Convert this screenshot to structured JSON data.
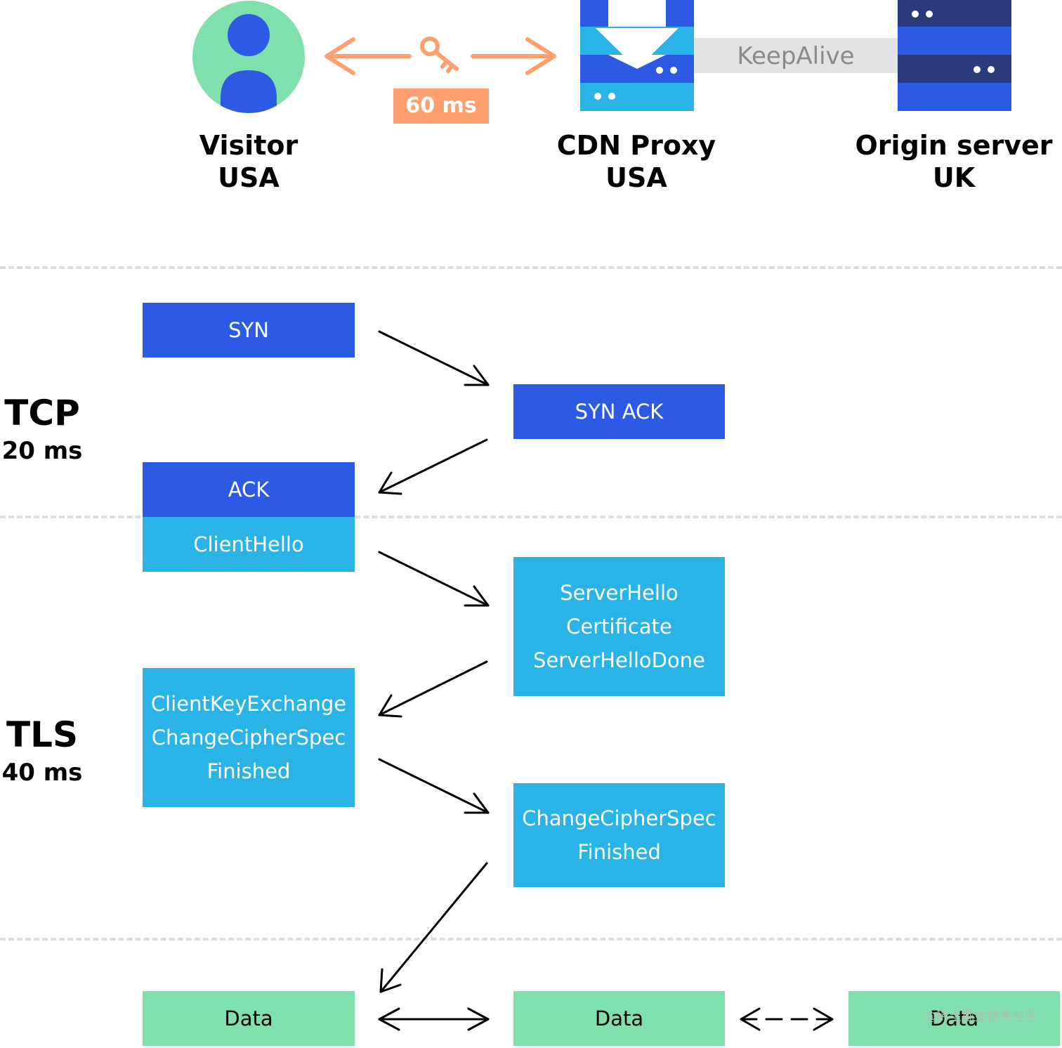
{
  "nodes": {
    "visitor": {
      "name": "Visitor",
      "location": "USA"
    },
    "cdn": {
      "name": "CDN Proxy",
      "location": "USA"
    },
    "origin": {
      "name": "Origin server",
      "location": "UK"
    }
  },
  "latency_label": "60 ms",
  "keepalive_label": "KeepAlive",
  "phases": {
    "tcp": {
      "name": "TCP",
      "time": "20 ms"
    },
    "tls": {
      "name": "TLS",
      "time": "40 ms"
    }
  },
  "messages": {
    "syn": "SYN",
    "syn_ack": "SYN ACK",
    "ack": "ACK",
    "client_hello": "ClientHello",
    "server_hello": [
      "ServerHello",
      "Certificate",
      "ServerHelloDone"
    ],
    "client_key": [
      "ClientKeyExchange",
      "ChangeCipherSpec",
      "Finished"
    ],
    "server_finish": [
      "ChangeCipherSpec",
      "Finished"
    ],
    "data_visitor": "Data",
    "data_cdn": "Data",
    "data_origin": "Data"
  },
  "watermark": "@稀土掘金技术社区",
  "colors": {
    "tcp_blue": "#2d5ae3",
    "tls_cyan": "#29b3e6",
    "data_green": "#7fe0ab",
    "latency_orange": "#ff9f6e",
    "visitor_green": "#7fe0ab",
    "server_navy": "#2b3a7a"
  },
  "icons": [
    "visitor-icon",
    "key-icon",
    "cdn-proxy-icon",
    "origin-server-icon"
  ]
}
